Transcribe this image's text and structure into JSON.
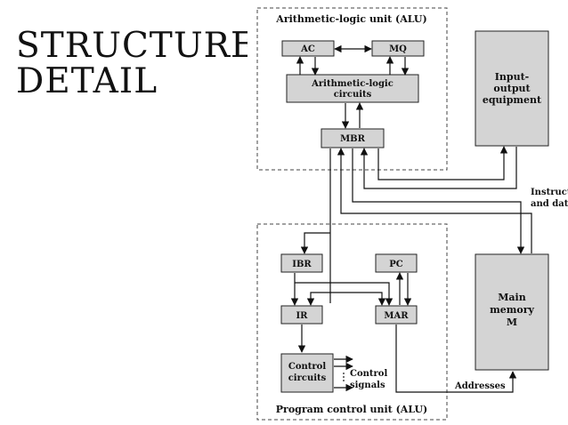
{
  "slide": {
    "title_line1": "STRUCTURE OF",
    "title_line2": "DETAIL"
  },
  "diagram": {
    "alu_group_label": "Arithmetic-logic unit (ALU)",
    "ac": "AC",
    "mq": "MQ",
    "alc_line1": "Arithmetic-logic",
    "alc_line2": "circuits",
    "mbr": "MBR",
    "io_line1": "Input-",
    "io_line2": "output",
    "io_line3": "equipment",
    "instr_line1": "Instructions",
    "instr_line2": "and data",
    "ibr": "IBR",
    "pc": "PC",
    "ir": "IR",
    "mar": "MAR",
    "cc_line1": "Control",
    "cc_line2": "circuits",
    "cs_line1": "Control",
    "cs_line2": "signals",
    "pcu_group_label": "Program control unit (ALU)",
    "mem_line1": "Main",
    "mem_line2": "memory",
    "mem_line3": "M",
    "addresses": "Addresses"
  }
}
